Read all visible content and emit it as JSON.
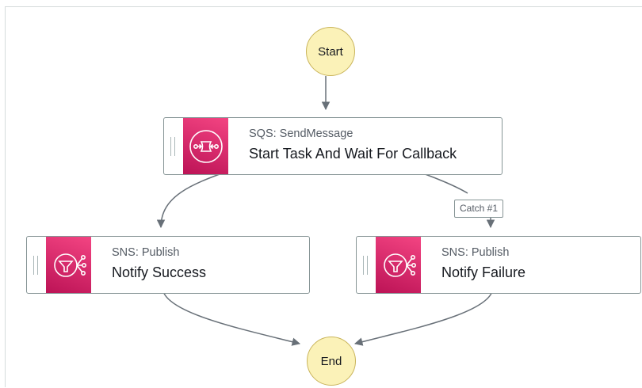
{
  "start": {
    "label": "Start"
  },
  "end": {
    "label": "End"
  },
  "states": {
    "sqs": {
      "service": "SQS: SendMessage",
      "name": "Start Task And Wait For Callback",
      "icon": "sqs-queue-icon"
    },
    "success": {
      "service": "SNS: Publish",
      "name": "Notify Success",
      "icon": "sns-topic-icon"
    },
    "failure": {
      "service": "SNS: Publish",
      "name": "Notify Failure",
      "icon": "sns-topic-icon"
    }
  },
  "edges": {
    "catch_label": "Catch #1"
  },
  "colors": {
    "terminal_fill": "#fbf2b8",
    "icon_gradient_top": "#f34482",
    "icon_gradient_bottom": "#bc1356",
    "edge": "#687078"
  }
}
